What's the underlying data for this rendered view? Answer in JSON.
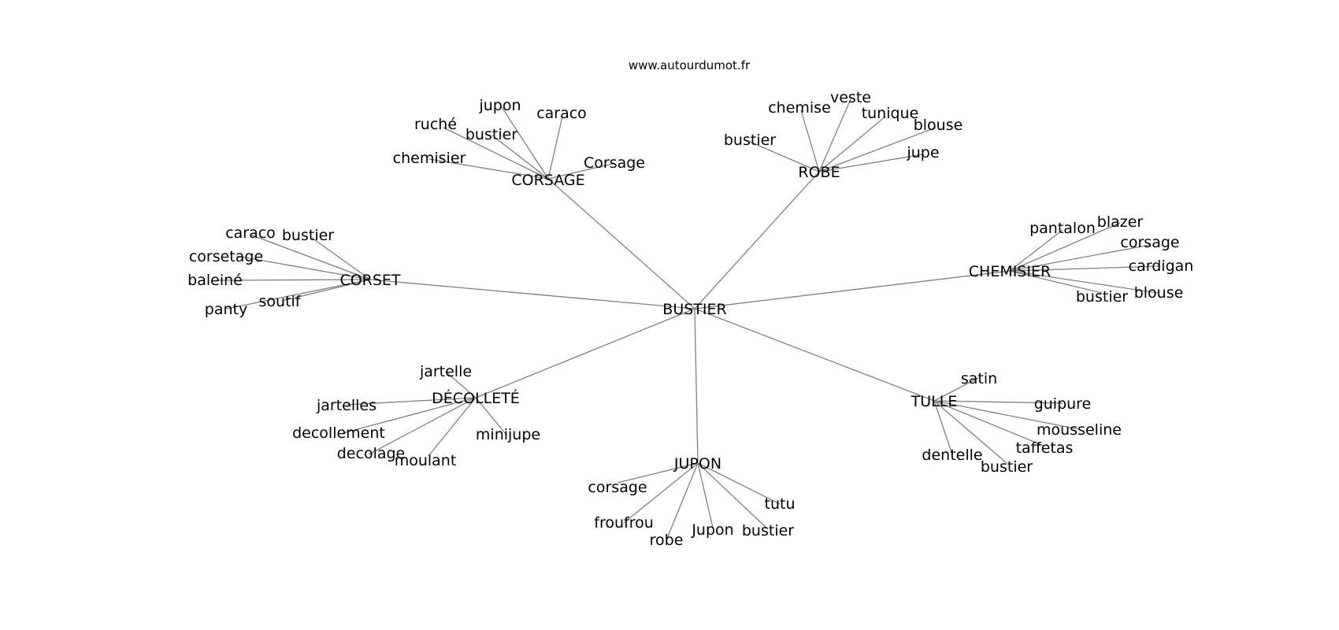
{
  "source": "www.autourdumot.fr",
  "center": "BUSTIER",
  "groups": [
    {
      "key": "corsage",
      "label": "CORSAGE",
      "words": [
        "jupon",
        "caraco",
        "ruché",
        "bustier",
        "chemisier",
        "Corsage"
      ]
    },
    {
      "key": "robe",
      "label": "ROBE",
      "words": [
        "chemise",
        "veste",
        "tunique",
        "blouse",
        "bustier",
        "jupe"
      ]
    },
    {
      "key": "corset",
      "label": "CORSET",
      "words": [
        "caraco",
        "bustier",
        "corsetage",
        "baleiné",
        "soutif",
        "panty"
      ]
    },
    {
      "key": "chemisier",
      "label": "CHEMISIER",
      "words": [
        "pantalon",
        "blazer",
        "corsage",
        "cardigan",
        "bustier",
        "blouse"
      ]
    },
    {
      "key": "decollete",
      "label": "DÉCOLLETÉ",
      "words": [
        "jartelle",
        "jartelles",
        "decollement",
        "decolage",
        "moulant",
        "minijupe"
      ]
    },
    {
      "key": "tulle",
      "label": "TULLE",
      "words": [
        "satin",
        "guipure",
        "mousseline",
        "taffetas",
        "dentelle",
        "bustier"
      ]
    },
    {
      "key": "jupon",
      "label": "JUPON",
      "words": [
        "corsage",
        "froufrou",
        "robe",
        "Jupon",
        "bustier",
        "tutu"
      ]
    }
  ]
}
